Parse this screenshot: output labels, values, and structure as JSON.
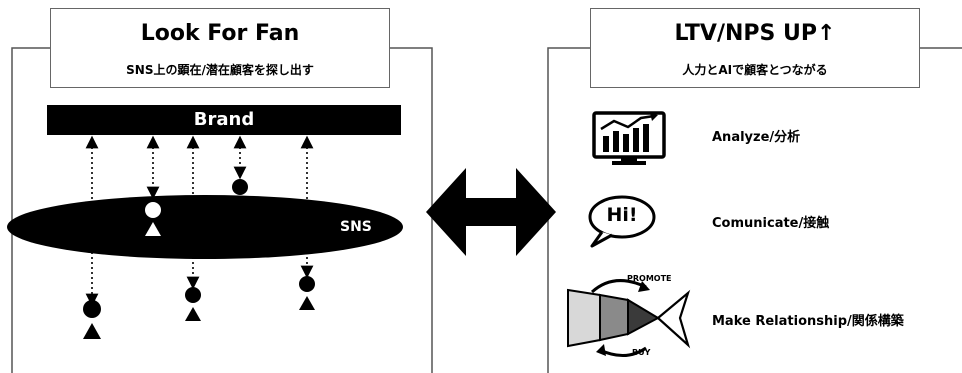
{
  "left_panel": {
    "title": "Look For Fan",
    "subtitle": "SNS上の顕在/潜在顧客を探し出す",
    "brand_label": "Brand",
    "sns_label": "SNS"
  },
  "right_panel": {
    "title": "LTV/NPS UP↑",
    "subtitle": "人力とAIで顧客とつながる",
    "features": [
      {
        "label": "Analyze/分析",
        "icon": "chart-monitor-icon"
      },
      {
        "label": "Comunicate/接触",
        "icon": "speech-bubble-icon"
      },
      {
        "label": "Make Relationship/関係構築",
        "icon": "funnel-icon"
      }
    ],
    "speech_bubble_text": "Hi!",
    "funnel_promote_label": "PROMOTE",
    "funnel_buy_label": "BUY"
  },
  "colors": {
    "primary": "#000000",
    "background": "#ffffff",
    "border": "#666666",
    "funnel_light": "#d8d8d8",
    "funnel_mid": "#8a8a8a",
    "funnel_dark": "#3a3a3a"
  }
}
